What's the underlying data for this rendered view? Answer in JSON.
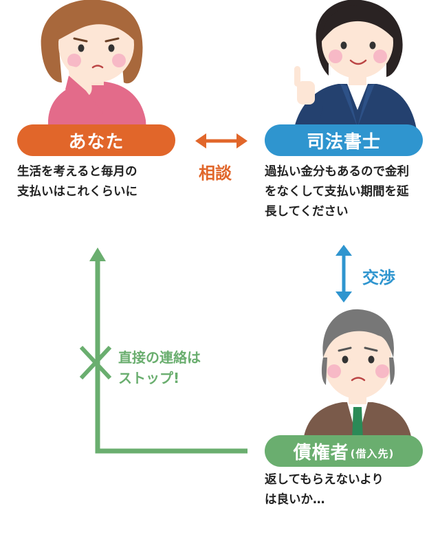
{
  "you": {
    "label": "あなた",
    "text_line1": "生活を考えると毎月の",
    "text_line2": "支払いはこれくらいに"
  },
  "scrivener": {
    "label": "司法書士",
    "text_line1": "過払い金分もあるので金利",
    "text_line2": "をなくして支払い期間を延",
    "text_line3": "長してください"
  },
  "creditor": {
    "label": "債権者",
    "label_sub": "(借入先)",
    "text_line1": "返してもらえないより",
    "text_line2": "は良いか…"
  },
  "consult": {
    "label": "相談"
  },
  "negotiate": {
    "label": "交渉"
  },
  "stop": {
    "line1": "直接の連絡は",
    "line2": "ストップ!"
  },
  "colors": {
    "orange": "#e1662a",
    "blue": "#2f95cf",
    "green": "#6aae6f"
  }
}
